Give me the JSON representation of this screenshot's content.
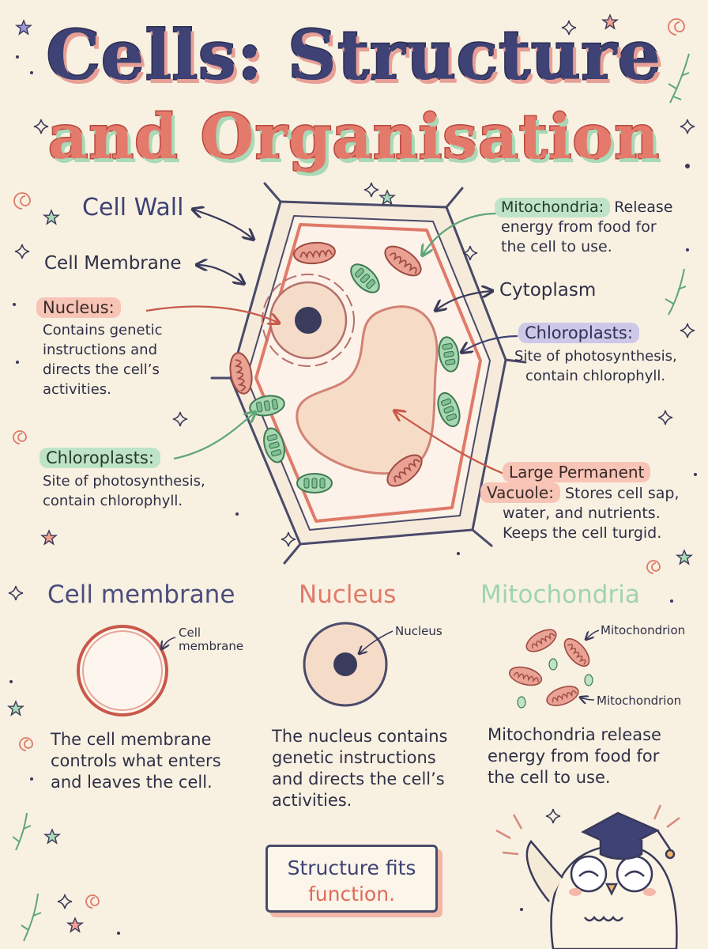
{
  "title": {
    "line1": "Cells: Structure",
    "line2": "and Organisation"
  },
  "diagram_labels": {
    "cell_wall": "Cell Wall",
    "cell_membrane": "Cell Membrane",
    "nucleus": {
      "name": "Nucleus:",
      "text": [
        "Contains genetic",
        "instructions and",
        "directs the cell’s",
        "activities."
      ]
    },
    "chloroplasts_left": {
      "name": "Chloroplasts:",
      "text": [
        "Site of photosynthesis,",
        "contain chlorophyll."
      ]
    },
    "mitochondria": {
      "name": "Mitochondria:",
      "text_first": "Release",
      "text": [
        "energy from food for",
        "the cell to use."
      ]
    },
    "cytoplasm": "Cytoplasm",
    "chloroplasts_right": {
      "name": "Chloroplasts:",
      "text": [
        "Site of photosynthesis,",
        "contain chlorophyll."
      ]
    },
    "vacuole": {
      "name_line1": "Large Permanent",
      "name_line2": "Vacuole:",
      "text_first": "Stores cell sap,",
      "text": [
        "water, and nutrients.",
        "Keeps the cell turgid."
      ]
    }
  },
  "sections": [
    {
      "title": "Cell membrane",
      "color": "#4a4d7c",
      "small_label": [
        "Cell",
        "membrane"
      ],
      "text": [
        "The cell membrane",
        "controls what enters",
        "and leaves the cell."
      ]
    },
    {
      "title": "Nucleus",
      "color": "#e07a6a",
      "small_label": [
        "Nucleus"
      ],
      "text": [
        "The nucleus contains",
        "genetic instructions",
        "and directs the cell’s",
        "activities."
      ]
    },
    {
      "title": "Mitochondria",
      "color": "#9fd4ae",
      "small_label_top": "Mitochondrion",
      "small_label_bottom": "Mitochondrion",
      "text": [
        "Mitochondria release",
        "energy from food for",
        "the cell to use."
      ]
    }
  ],
  "motto": {
    "line1": "Structure fits",
    "line2": "function."
  },
  "colors": {
    "background": "#f8f1e2",
    "navy": "#3e4274",
    "coral": "#e47a6c",
    "mint": "#a9d9b6",
    "lavender": "#cdc8e8"
  },
  "icons": [
    "owl-mascot-icon",
    "sparkle-icon",
    "leaf-sprig-icon",
    "swirl-icon"
  ]
}
